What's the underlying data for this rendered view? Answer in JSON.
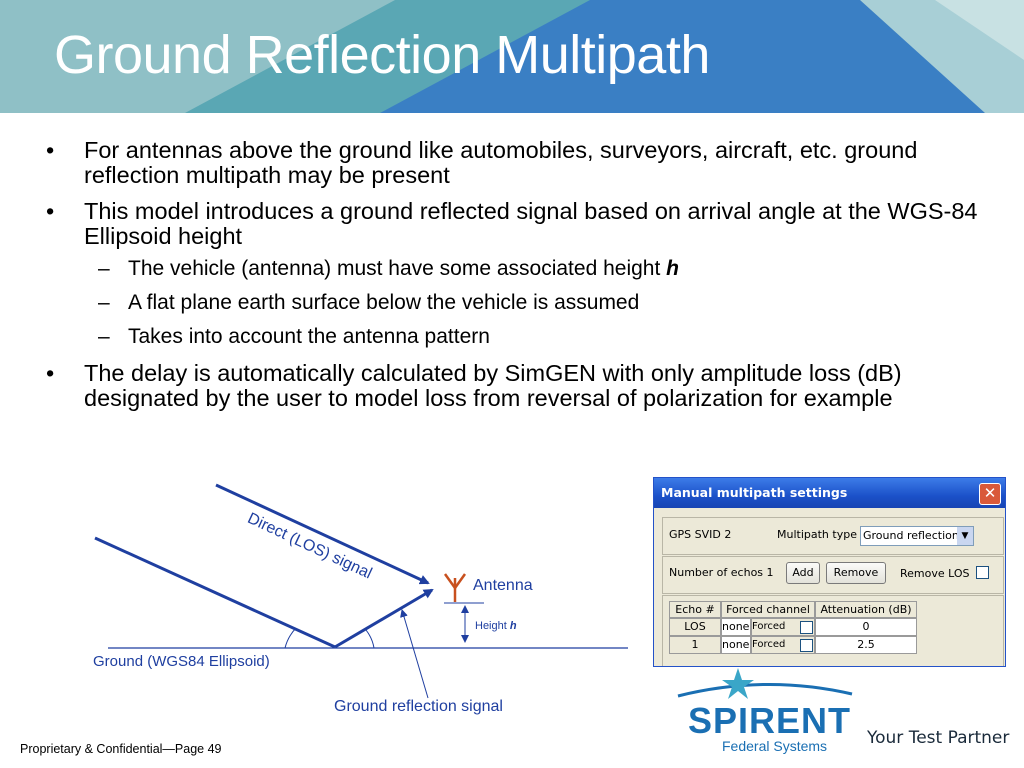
{
  "slide": {
    "title": "Ground Reflection Multipath",
    "bullets": [
      {
        "text": "For antennas above the ground like automobiles, surveyors, aircraft, etc. ground reflection multipath may be present"
      },
      {
        "text": "This model introduces a ground reflected signal based on arrival angle at the WGS-84 Ellipsoid height",
        "sub": [
          {
            "text": "The vehicle (antenna) must have some associated height ",
            "emph": "h"
          },
          {
            "text": "A flat plane earth surface below the vehicle is assumed"
          },
          {
            "text": "Takes into account the antenna pattern"
          }
        ]
      },
      {
        "text": "The delay is automatically calculated by SimGEN with only amplitude loss (dB) designated by the user to model loss from reversal of polarization for example"
      }
    ],
    "bullet_glyph": "•",
    "dash_glyph": "–"
  },
  "diagram": {
    "direct_label": "Direct (LOS) signal",
    "antenna_label": "Antenna",
    "height_label": "Height",
    "height_symbol": "h",
    "ground_label": "Ground (WGS84 Ellipsoid)",
    "reflection_label": "Ground reflection signal",
    "antenna_icon": "antenna-icon"
  },
  "dialog": {
    "title": "Manual multipath settings",
    "close_glyph": "✕",
    "svid_label": "GPS SVID 2",
    "multipath_type_label": "Multipath type",
    "multipath_type_value": "Ground reflection",
    "echos_label": "Number of echos 1",
    "add_button": "Add",
    "remove_button": "Remove",
    "remove_los_label": "Remove LOS",
    "columns": [
      "Echo #",
      "Forced channel",
      "Attenuation (dB)"
    ],
    "rows": [
      {
        "echo": "LOS",
        "channel": "none",
        "forced": "Forced",
        "attenuation": "0"
      },
      {
        "echo": "1",
        "channel": "none",
        "forced": "Forced",
        "attenuation": "2.5"
      }
    ]
  },
  "footer": {
    "confidential": "Proprietary & Confidential—Page 49",
    "tagline": "Your Test Partner",
    "logo_word": "SPIRENT",
    "logo_sub": "Federal Systems"
  },
  "colors": {
    "banner_light": "#aacfd3",
    "banner_teal": "#5aa7b4",
    "banner_blue": "#3a7fc4",
    "diagram_blue": "#1f3fa0",
    "antenna_orange": "#c8501e"
  }
}
